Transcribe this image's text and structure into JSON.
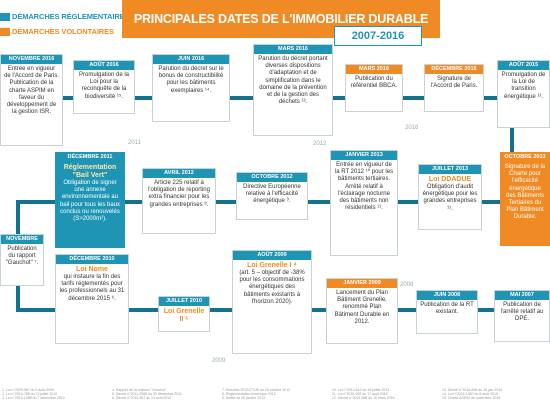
{
  "legend": {
    "regulatory": "Démarches réglementaires",
    "voluntary": "Démarches volontaires",
    "colors": {
      "regulatory": "#1e95b4",
      "voluntary": "#f08a24"
    }
  },
  "header": {
    "title": "PRINCIPALES DATES DE L'IMMOBILIER DURABLE",
    "period": "2007-2016"
  },
  "years": [
    "2016",
    "2011",
    "2012",
    "2008",
    "2009"
  ],
  "events": [
    {
      "id": "ev-nov-2016",
      "date": "NOVEMBRE 2016",
      "text": "Entrée en vigueur de l'Accord de Paris. Publication de la charte ASPIM en faveur du développement de la gestion ISR.",
      "label": ""
    },
    {
      "id": "ev-aug-2016",
      "date": "AOÛT 2016",
      "text": "Promulgation de la Loi pour la reconquête de la biodiversité ¹⁵.",
      "label": ""
    },
    {
      "id": "ev-jun-2016",
      "date": "JUIN 2016",
      "text": "Parution du décret sur le bonus de constructibilité pour les bâtiments exemplaires ¹⁴.",
      "label": ""
    },
    {
      "id": "ev-mar-2016",
      "date": "MARS 2016",
      "text": "Parution du décret portant diverses dispositions d'adaptation et de simplification dans le domaine de la prévention et de la gestion des déchets ¹³.",
      "label": ""
    },
    {
      "id": "ev-mar-2016b",
      "date": "MARS 2016",
      "text": "Publication du référentiel BBCA.",
      "label": ""
    },
    {
      "id": "ev-dec-2015",
      "date": "DÉCEMBRE 2015",
      "text": "Signature de l'Accord de Paris.",
      "label": ""
    },
    {
      "id": "ev-aug-2015",
      "date": "AOÛT 2015",
      "text": "Promulgation de la Loi de transition énergétique ¹².",
      "label": ""
    },
    {
      "id": "ev-dec-2011",
      "date": "DÉCEMBRE 2011",
      "text": "Obligation de signer une annexe environnementale au bail pour tous les baux conclus ou renouvelés (S>2000m²).",
      "label": "Réglementation \"Bail Vert\""
    },
    {
      "id": "ev-apr-2012",
      "date": "AVRIL 2012",
      "text": "Article 225 relatif à l'obligation de reporting extra financier pour les grandes entreprises ⁸.",
      "label": ""
    },
    {
      "id": "ev-oct-2012",
      "date": "OCTOBRE 2012",
      "text": "Directive Européenne relative à l'efficacité énergétique ⁹.",
      "label": ""
    },
    {
      "id": "ev-jan-2013",
      "date": "JANVIER 2013",
      "text": "Entrée en vigueur de la RT 2012 ¹⁰ pour les bâtiments tertiaires. Arrêté relatif à l'éclairage nocturne des bâtiments non résidentiels ¹¹.",
      "label": ""
    },
    {
      "id": "ev-jul-2013",
      "date": "JUILLET 2013",
      "text": "Obligation d'audit énergétique pour les grandes entreprises ¹¹.",
      "label": "Loi DDADUE"
    },
    {
      "id": "ev-oct-2013",
      "date": "OCTOBRE 2013",
      "text": "Signature de la Charte pour l'efficacité énergétique des Bâtiments Tertiaires du Plan Bâtiment Durable.",
      "label": ""
    },
    {
      "id": "ev-nov-2011",
      "date": "NOVEMBRE 2011",
      "text": "Publication du rapport \"Gauchot\" ⁷.",
      "label": ""
    },
    {
      "id": "ev-dec-2010",
      "date": "DÉCEMBRE 2010",
      "text": "qui instaure la fin des tarifs réglementés pour les professionnels au 31 décembre 2015 ⁶.",
      "label": "Loi Nome"
    },
    {
      "id": "ev-jul-2010",
      "date": "JUILLET 2010",
      "text": "",
      "label": "Loi Grenelle II ⁵"
    },
    {
      "id": "ev-aug-2009",
      "date": "AOÛT 2009",
      "text": "(art. 5 – objectif de -38% pour les consommations énergétiques des bâtiments existants à l'horizon 2020).",
      "label": "Loi Grenelle I ⁴"
    },
    {
      "id": "ev-jan-2009",
      "date": "JANVIER 2009",
      "text": "Lancement du Plan Bâtiment Grenelle, renommé Plan Bâtiment Durable en 2012.",
      "label": ""
    },
    {
      "id": "ev-jun-2008",
      "date": "JUIN 2008",
      "text": "Publication de la RT existant.",
      "label": ""
    },
    {
      "id": "ev-may-2007",
      "date": "MAI 2007",
      "text": "Publication de l'arrêté relatif au DPE.",
      "label": ""
    }
  ],
  "footnotes": [
    "1. Loi n°2009-967 du 3 août 2009",
    "2. Loi n°2010-788 du 12 juillet 2010",
    "3. Loi n°2010-1488 du 7 décembre 2010",
    "4. Rapport de la mission \"Gauchot\"",
    "5. Décret n°2011-2058 du 30 décembre 2011",
    "6. Décret n°2012-557 du 24 avril 2012",
    "7. Directive 2012/27/UE du 25 octobre 2012",
    "8. Réglementation thermique 2012",
    "9. Arrêté du 25 janvier 2013",
    "10. Loi n°2013-619 du 16 juillet 2013",
    "11. Loi n°2015-992 du 17 août 2015",
    "12. Décret n°2016-288 du 10 mars 2016",
    "13. Décret n°2016-856 du 28 juin 2016",
    "14. Loi n°2016-1087 du 8 août 2016",
    "15. Charte ASPIM de novembre 2016"
  ]
}
